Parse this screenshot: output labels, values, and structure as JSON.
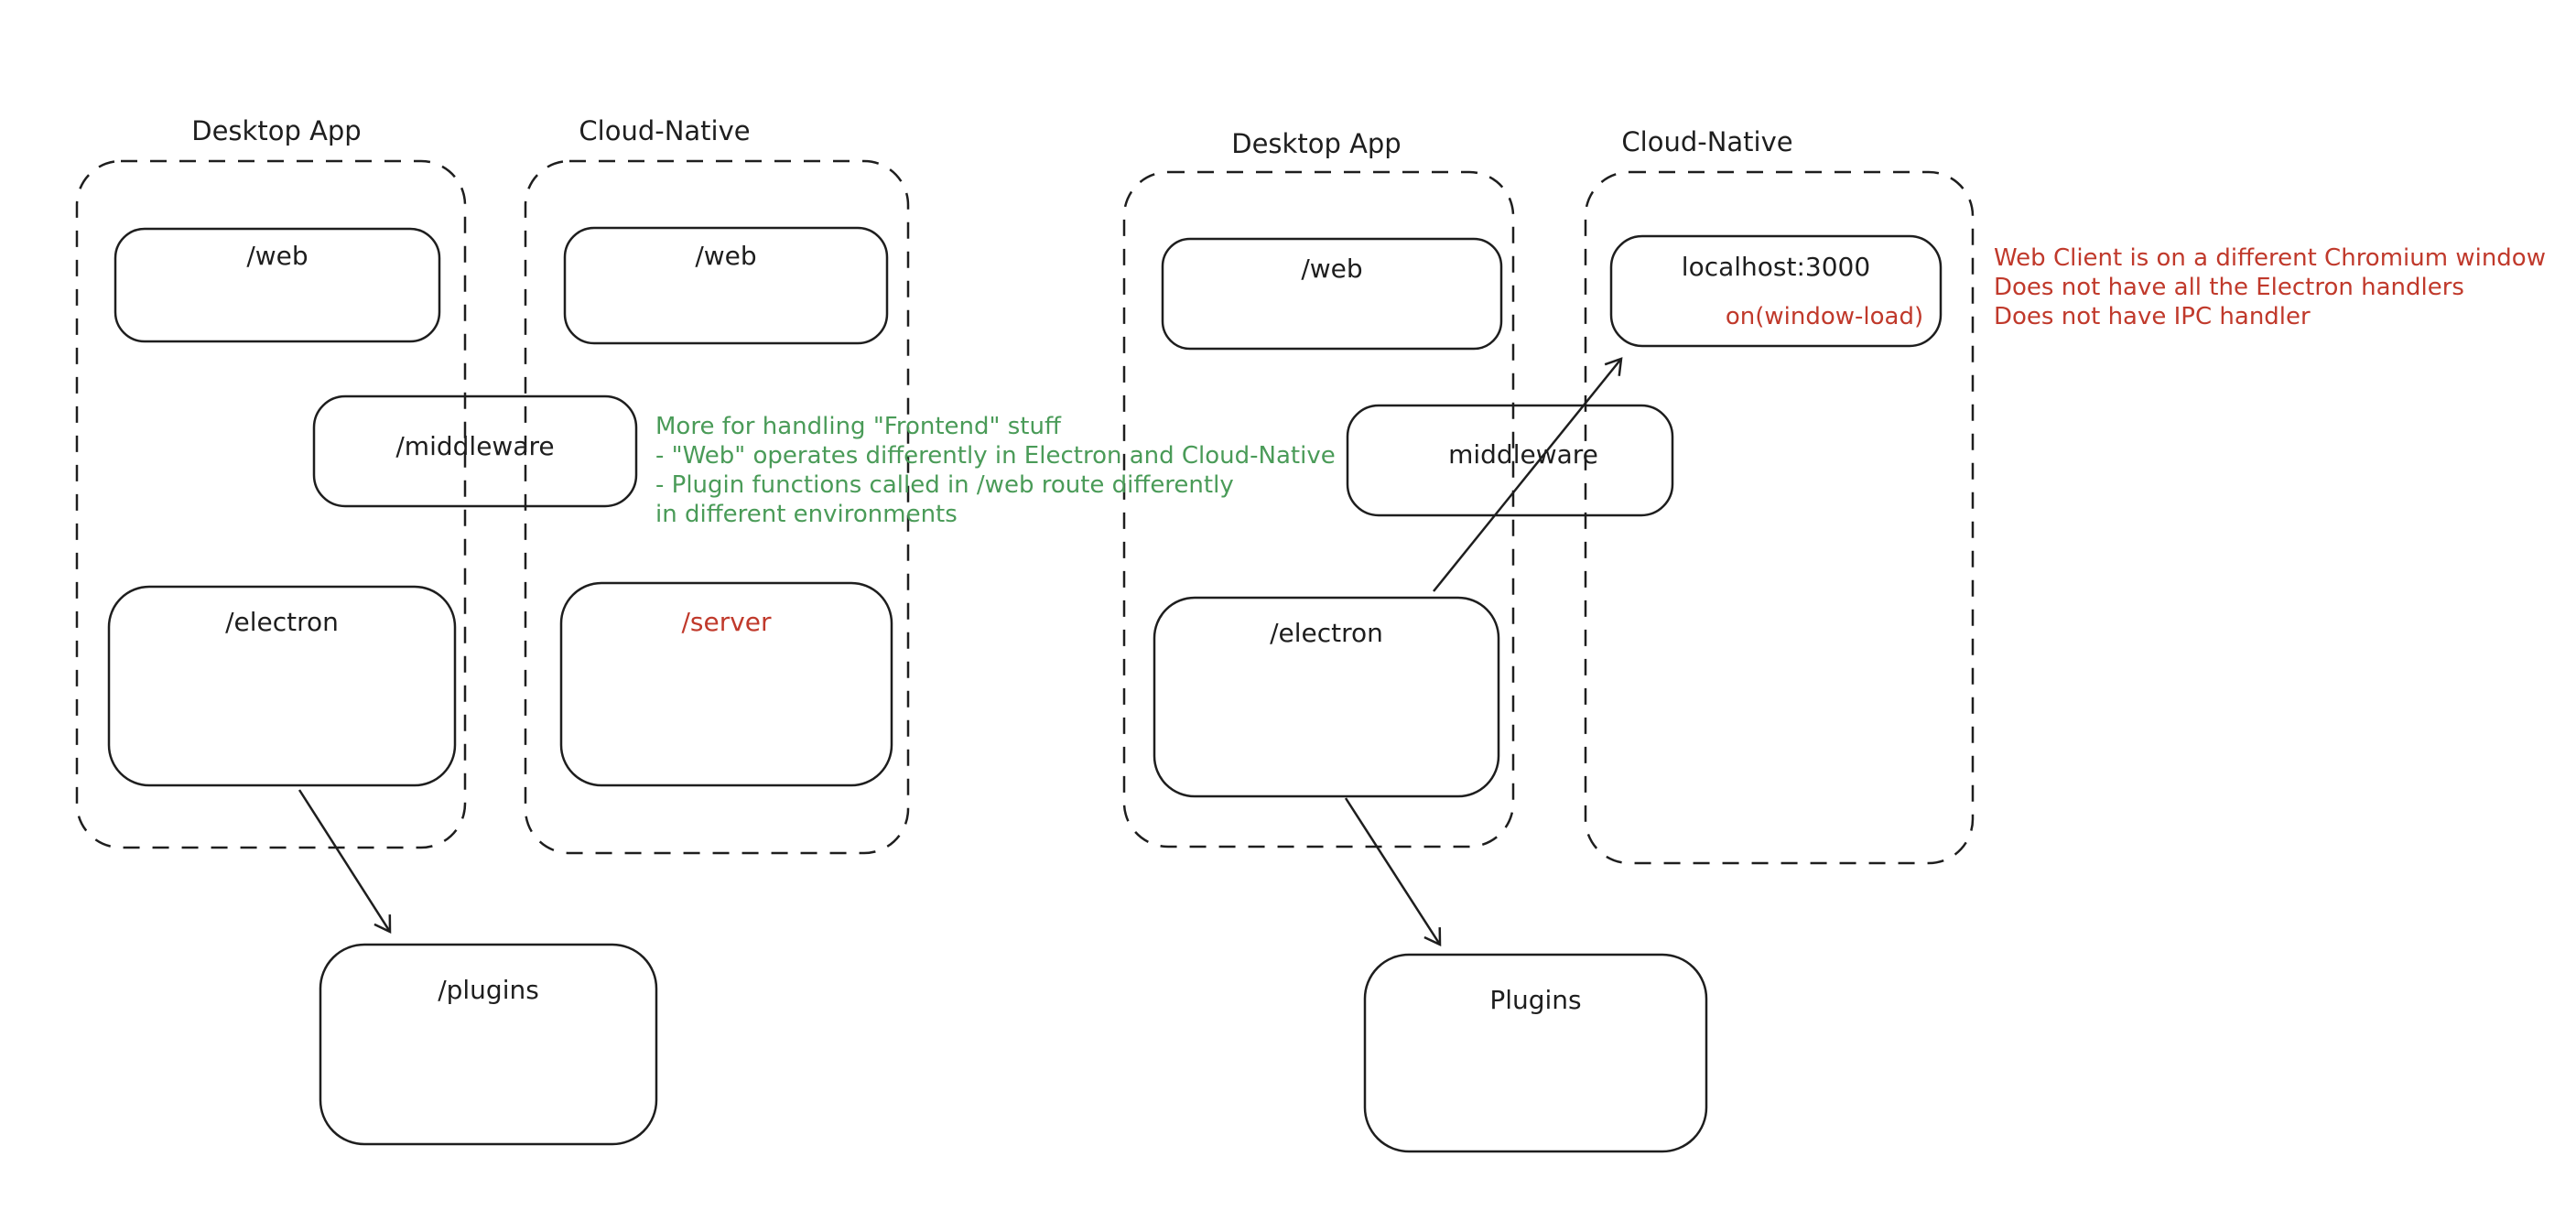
{
  "colors": {
    "background": "#ffffff",
    "stroke": "#1e1e1e",
    "red": "#c0392b",
    "green": "#4a9b58"
  },
  "left": {
    "desktop": {
      "label": "Desktop App",
      "web": "/web",
      "electron": "/electron"
    },
    "cloud": {
      "label": "Cloud-Native",
      "web": "/web",
      "server": "/server"
    },
    "middleware": "/middleware",
    "plugins": "/plugins",
    "note": {
      "lines": [
        "More for handling \"Frontend\" stuff",
        "- \"Web\" operates differently in Electron and Cloud-Native",
        "- Plugin functions called in /web route differently",
        "in different environments"
      ]
    },
    "arrow": {
      "from": "/electron",
      "to": "/plugins"
    }
  },
  "right": {
    "desktop": {
      "label": "Desktop App",
      "web": "/web",
      "electron": "/electron"
    },
    "cloud": {
      "label": "Cloud-Native",
      "localhost_title": "localhost:3000",
      "localhost_event": "on(window-load)"
    },
    "middleware": "middleware",
    "plugins": "Plugins",
    "note": {
      "lines": [
        "Web Client is on a different Chromium window",
        "Does not have all the Electron handlers",
        "Does not have IPC handler"
      ]
    },
    "arrows": [
      {
        "from": "/electron",
        "to": "localhost:3000"
      },
      {
        "from": "/electron",
        "to": "Plugins"
      }
    ]
  }
}
